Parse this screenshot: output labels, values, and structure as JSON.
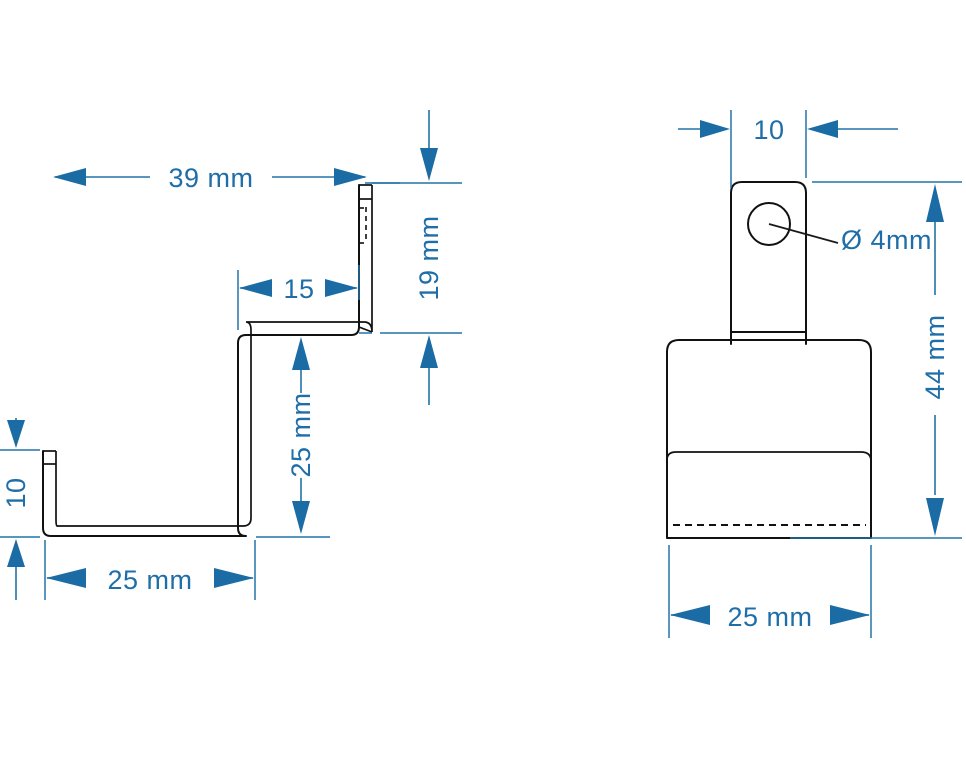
{
  "document": {
    "type": "engineering-drawing",
    "title": "Bracket / hook dimensioned drawing",
    "background_color": "#ffffff",
    "line_color": "#111111",
    "dimension_color": "#1f6ea8"
  },
  "views": {
    "side_view": {
      "name": "side-profile-view",
      "dimensions": {
        "overall_length": "39 mm",
        "upper_flange": "15",
        "upper_tab_height": "19 mm",
        "web_height": "25 mm",
        "lower_lip": "10",
        "base_length": "25 mm"
      }
    },
    "front_view": {
      "name": "front-view",
      "dimensions": {
        "tab_width": "10",
        "overall_height": "44 mm",
        "body_width": "25 mm",
        "hole_diameter": "Ø 4mm"
      }
    }
  },
  "labels": {
    "d39": "39 mm",
    "d15": "15",
    "d19": "19 mm",
    "d25_vert": "25 mm",
    "d10_left": "10",
    "d25_bottom_left": "25 mm",
    "d10_top_right": "10",
    "d44": "44 mm",
    "d25_bottom_right": "25 mm",
    "hole": "Ø 4mm"
  }
}
